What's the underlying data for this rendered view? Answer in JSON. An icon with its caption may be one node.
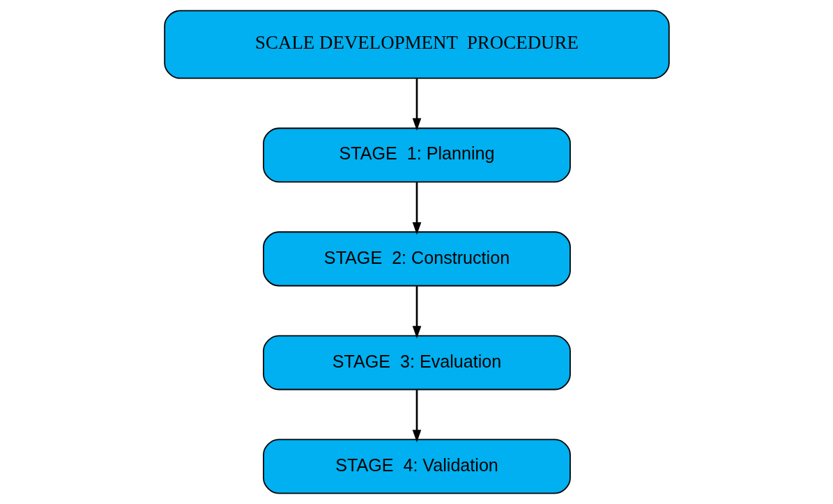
{
  "diagram": {
    "nodes": [
      {
        "text": [
          "SCALE DEVELOPMENT  PROCEDURE"
        ]
      },
      {
        "text": [
          "STAGE  1: Planning"
        ]
      },
      {
        "text": [
          "STAGE  2: Construction"
        ]
      },
      {
        "text": [
          "STAGE  3: Evaluation"
        ]
      },
      {
        "text": [
          "STAGE  4: Validation"
        ]
      }
    ],
    "edges": [
      {
        "from": 0,
        "to": 1,
        "arrow": "to"
      },
      {
        "from": 1,
        "to": 2,
        "arrow": "to"
      },
      {
        "from": 2,
        "to": 3,
        "arrow": "to"
      },
      {
        "from": 3,
        "to": 4,
        "arrow": "to"
      }
    ]
  }
}
